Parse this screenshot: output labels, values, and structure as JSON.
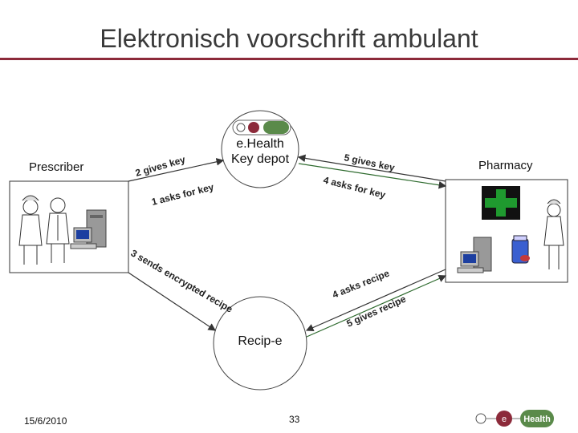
{
  "title": "Elektronisch voorschrift ambulant",
  "actors": {
    "prescriber": "Prescriber",
    "pharmacy": "Pharmacy"
  },
  "nodes": {
    "key_depot": "e.Health\nKey depot",
    "recipe": "Recip-e"
  },
  "arrows": {
    "a1": "1 asks for key",
    "a2": "2 gives key",
    "a3": "3 sends encrypted recipe",
    "a4_key": "4 asks for key",
    "a5_key": "5 gives key",
    "a4_recipe": "4 asks recipe",
    "a5_recipe": "5 gives recipe"
  },
  "logo": {
    "e": "e",
    "health": "Health"
  },
  "footer": {
    "date": "15/6/2010",
    "page": "33"
  },
  "colors": {
    "accent": "#8c2a3a",
    "logo_green": "#5a8a4a",
    "cross_green": "#1f9a2f"
  }
}
